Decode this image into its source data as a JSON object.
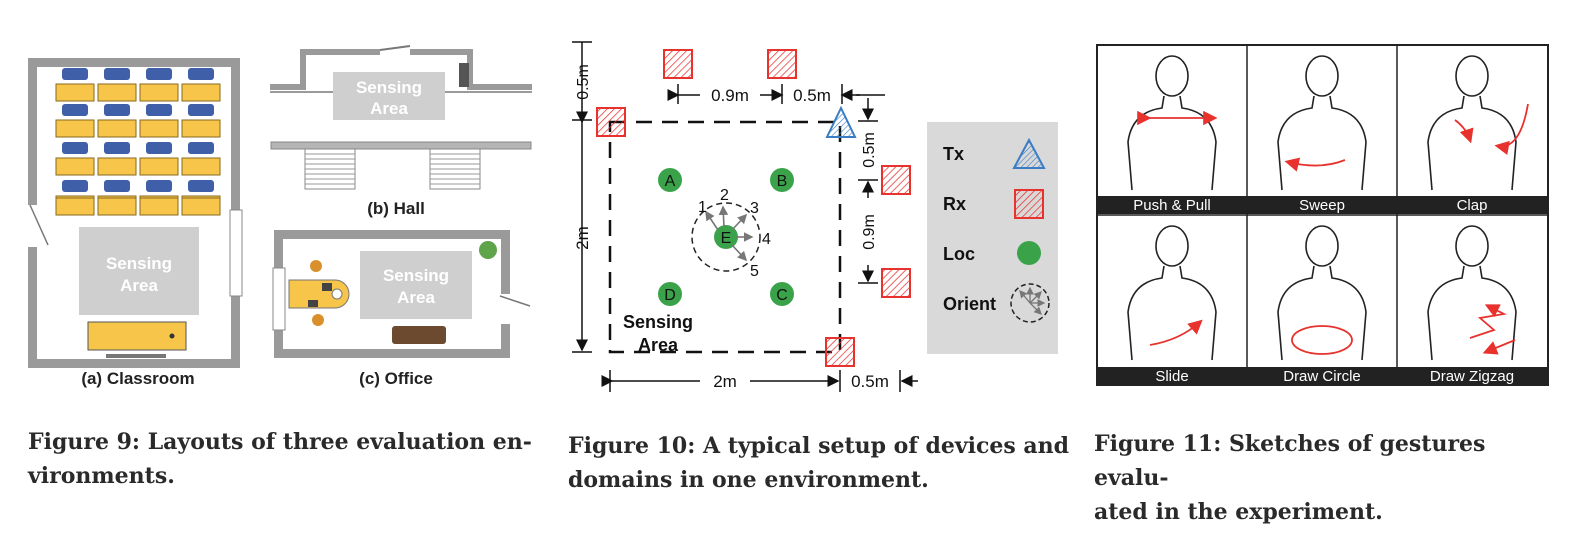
{
  "fig9": {
    "classroom": {
      "sensing_line1": "Sensing",
      "sensing_line2": "Area",
      "label": "(a) Classroom"
    },
    "hall": {
      "sensing_line1": "Sensing",
      "sensing_line2": "Area",
      "label": "(b) Hall"
    },
    "office": {
      "sensing_line1": "Sensing",
      "sensing_line2": "Area",
      "label": "(c) Office"
    },
    "caption_line1": "Figure 9: Layouts of three evaluation en-",
    "caption_line2": "vironments."
  },
  "fig10": {
    "dims": {
      "top_left": "0.5m",
      "mid_gap": "0.9m",
      "top_right": "0.5m",
      "left_height": "2m",
      "right_top": "0.5m",
      "right_mid": "0.9m",
      "bottom_width": "2m",
      "bottom_right": "0.5m"
    },
    "locations": [
      "A",
      "B",
      "C",
      "D",
      "E"
    ],
    "orientations": [
      "1",
      "2",
      "3",
      "4",
      "5"
    ],
    "sensing_line1": "Sensing",
    "sensing_line2": "Area",
    "legend": {
      "tx": "Tx",
      "rx": "Rx",
      "loc": "Loc",
      "orient": "Orient"
    },
    "colors": {
      "rx": "#e8322e",
      "tx": "#3a7dc4",
      "loc": "#3aa34a",
      "legend_bg": "#d9d9d9"
    },
    "caption_line1": "Figure 10: A typical setup of devices and",
    "caption_line2": "domains in one environment."
  },
  "fig11": {
    "gestures": [
      "Push & Pull",
      "Sweep",
      "Clap",
      "Slide",
      "Draw Circle",
      "Draw Zigzag"
    ],
    "caption_line1": "Figure 11: Sketches of gestures evalu-",
    "caption_line2": "ated in the experiment."
  }
}
